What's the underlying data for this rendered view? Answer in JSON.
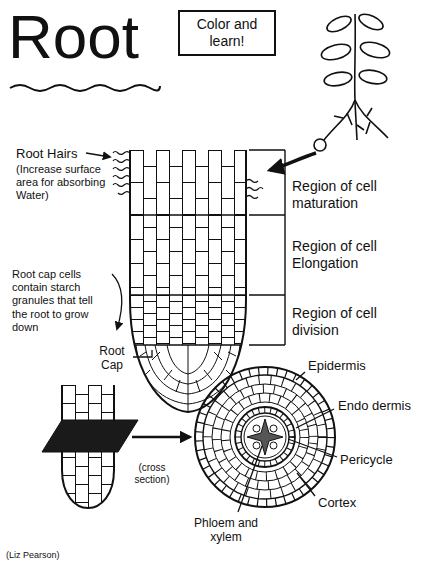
{
  "diagram": {
    "title": "Root",
    "nodes": [
      {
        "text": [
          "Color and learn!"
        ]
      }
    ],
    "labels": [
      "Root Hairs",
      "(Increase surface area for absorbing Water)",
      "Region of cell maturation",
      "Region of cell Elongation",
      "Region of cell division",
      "Root cap cells contain starch granules that tell the root to grow down",
      "Root Cap",
      "(cross section)",
      "Epidermis",
      "Endo dermis",
      "Pericycle",
      "Cortex",
      "Phloem and xylem",
      "(Liz Pearson)"
    ]
  }
}
